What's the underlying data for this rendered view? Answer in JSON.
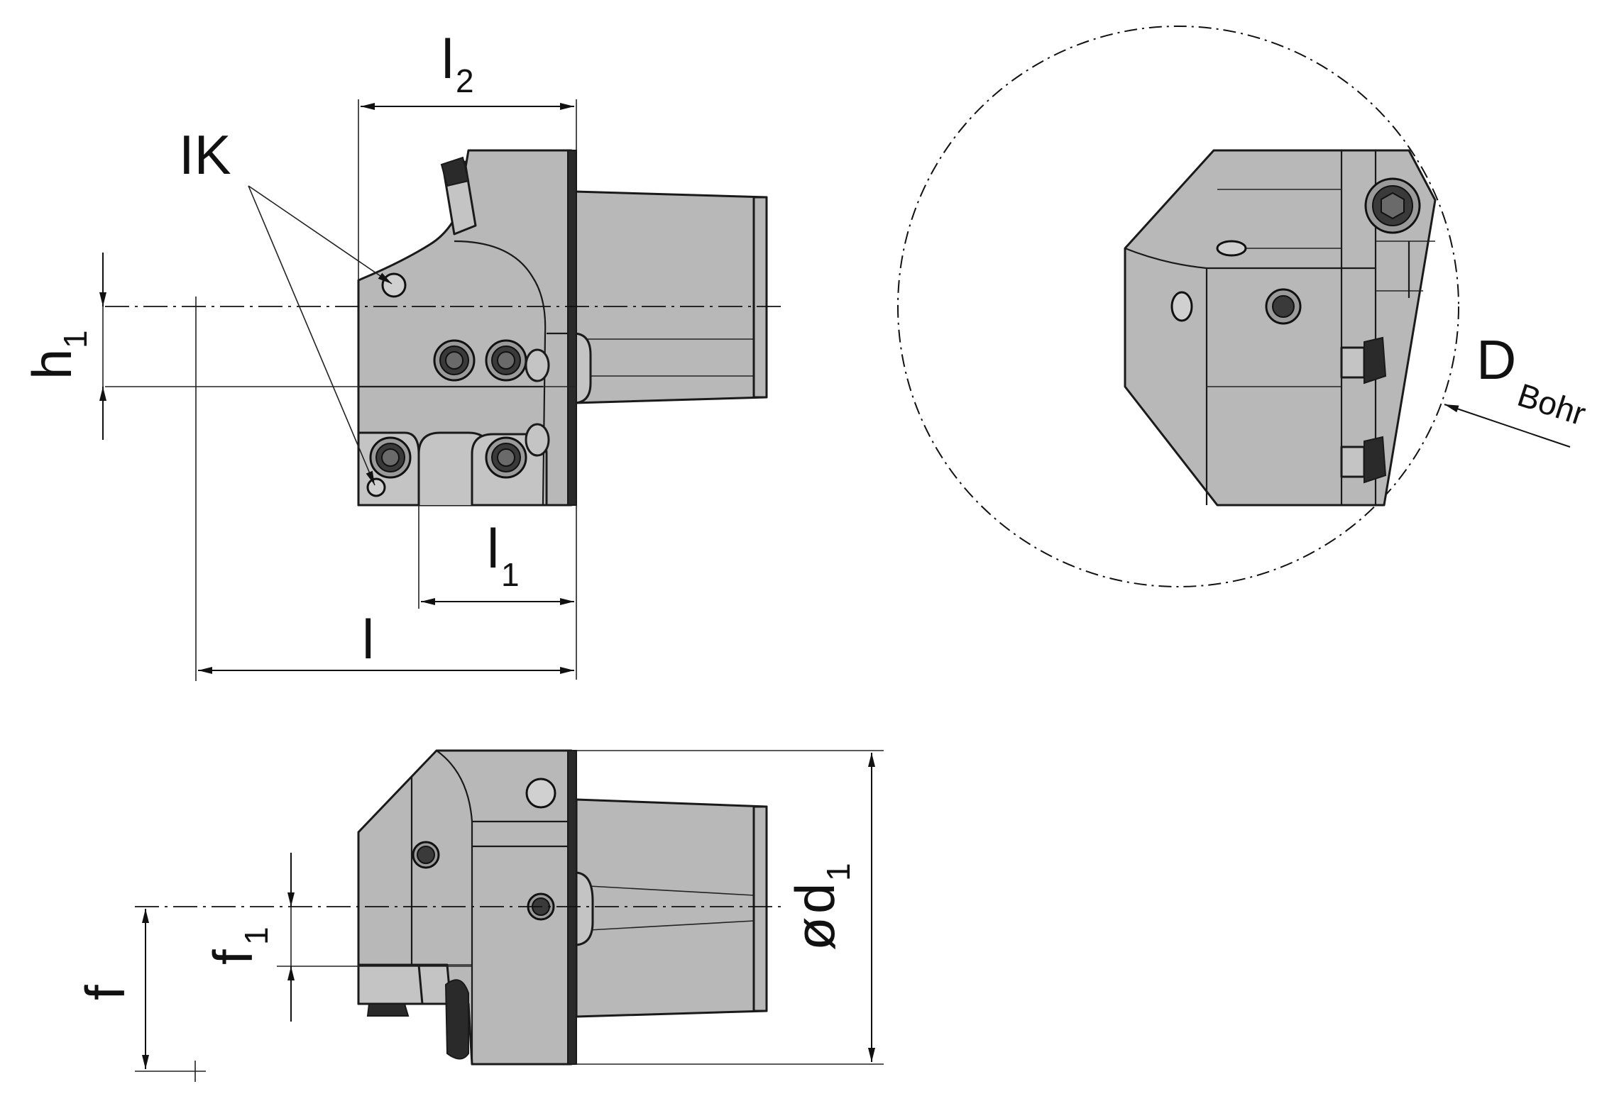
{
  "labels": {
    "ik": "IK",
    "l2_main": "l",
    "l2_sub": "2",
    "l1_main": "l",
    "l1_sub": "1",
    "l_main": "l",
    "h1_main": "h",
    "h1_sub": "1",
    "d_bohr_main": "D",
    "d_bohr_sub": "Bohr",
    "f_main": "f",
    "f1_main": "f",
    "f1_sub": "1",
    "d1_prefix": "ø",
    "d1_main": "d",
    "d1_sub": "1"
  },
  "colors": {
    "body": "#b8b8b8",
    "outline": "#1a1a1a",
    "background": "#ffffff"
  }
}
